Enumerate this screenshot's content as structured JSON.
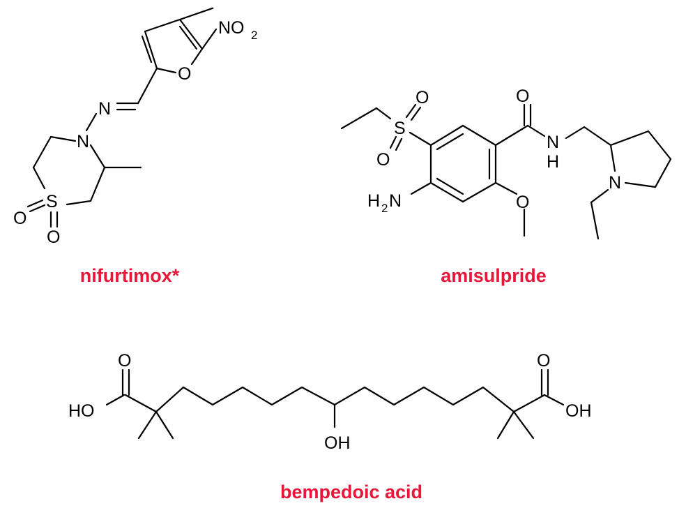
{
  "colors": {
    "label": "#e8173a",
    "bond": "#000000",
    "background": "#ffffff"
  },
  "compounds": [
    {
      "name": "nifurtimox*",
      "atoms": {
        "no2": "NO",
        "no2_sub": "2",
        "furan_o": "O",
        "imine_n": "N",
        "ring_n": "N",
        "ring_s": "S",
        "sulfonyl_o_left": "O",
        "sulfonyl_o_bottom": "O"
      }
    },
    {
      "name": "amisulpride",
      "atoms": {
        "sulfonyl_s": "S",
        "sulfonyl_o_top": "O",
        "sulfonyl_o_bottom": "O",
        "amine_h": "H",
        "amine_h_sub": "2",
        "amine_n": "N",
        "carbonyl_o": "O",
        "amide_n": "N",
        "amide_h": "H",
        "methoxy_o": "O",
        "pyrrolidine_n": "N"
      }
    },
    {
      "name": "bempedoic acid",
      "atoms": {
        "left_carbonyl_o": "O",
        "left_ho": "HO",
        "right_carbonyl_o": "O",
        "right_oh": "OH",
        "middle_oh": "OH"
      }
    }
  ]
}
